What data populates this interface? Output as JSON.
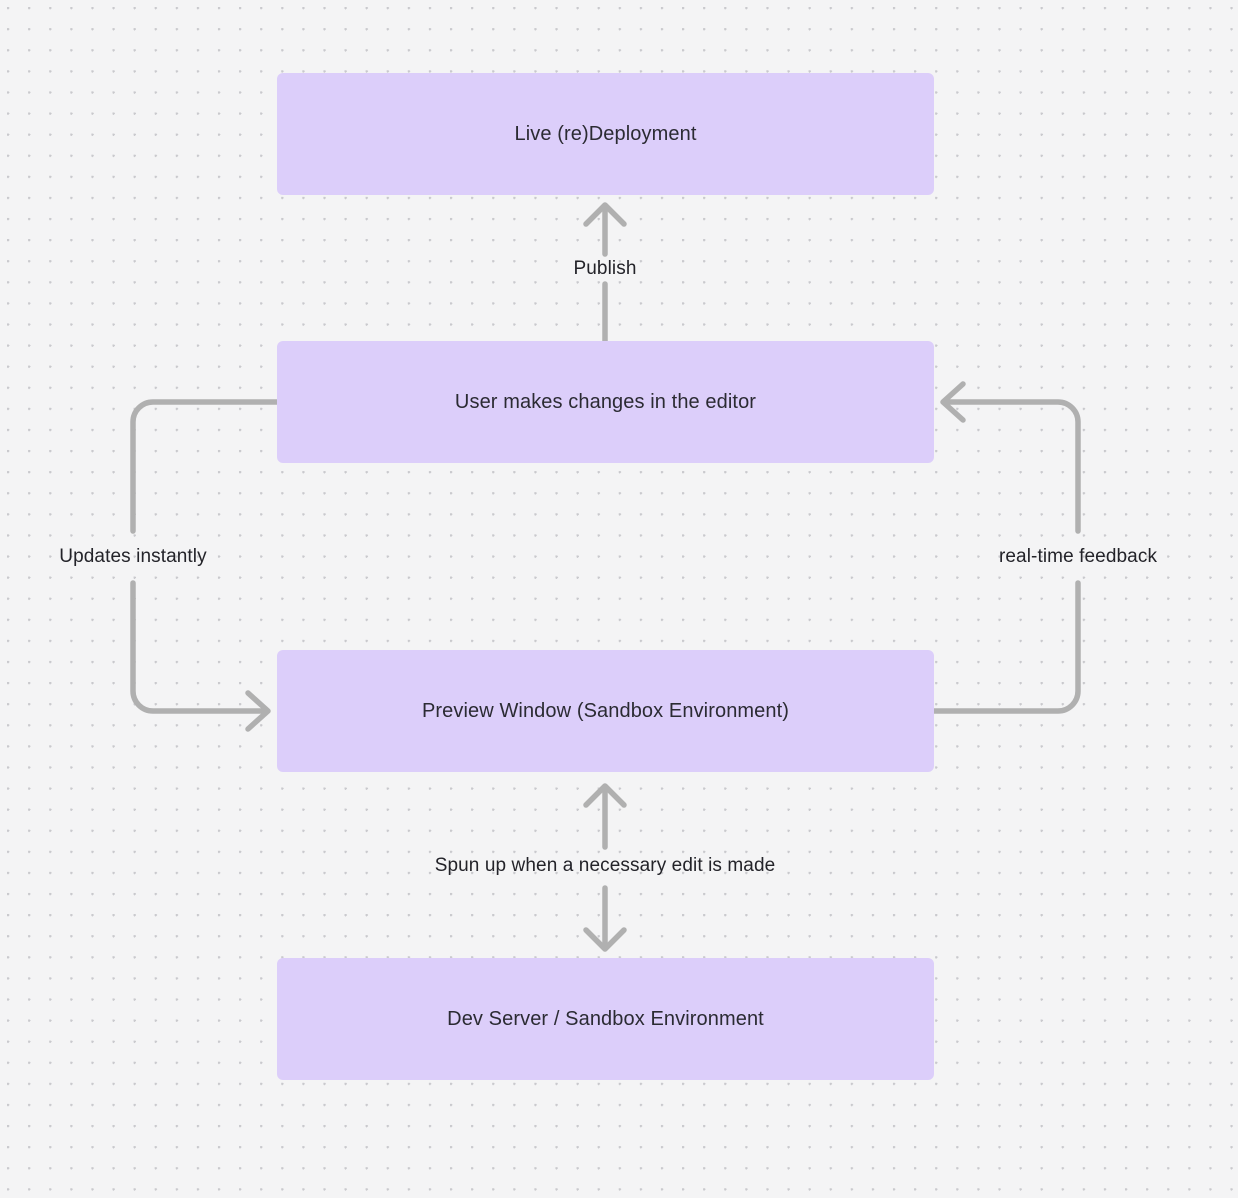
{
  "diagram": {
    "title": "Live preview / deployment loop flowchart",
    "background_color": "#f4f4f5",
    "node_color": "#dccefa",
    "edge_color": "#b0b0b0",
    "text_color": "#2b2b33",
    "nodes": [
      {
        "id": "live-deployment",
        "label": "Live (re)Deployment"
      },
      {
        "id": "user-edits",
        "label": "User makes changes in the editor"
      },
      {
        "id": "preview-window",
        "label": "Preview Window (Sandbox Environment)"
      },
      {
        "id": "dev-server",
        "label": "Dev Server / Sandbox Environment"
      }
    ],
    "edges": [
      {
        "id": "publish",
        "label": "Publish",
        "from": "user-edits",
        "to": "live-deployment",
        "direction": "up"
      },
      {
        "id": "updates-instantly",
        "label": "Updates instantly",
        "from": "user-edits",
        "to": "preview-window",
        "direction": "down-left-loop"
      },
      {
        "id": "real-time-feedback",
        "label": "real-time feedback",
        "from": "preview-window",
        "to": "user-edits",
        "direction": "up-right-loop"
      },
      {
        "id": "spun-up",
        "label": "Spun up when a necessary edit is made",
        "from": "preview-window",
        "to": "dev-server",
        "direction": "bidirectional"
      }
    ]
  }
}
